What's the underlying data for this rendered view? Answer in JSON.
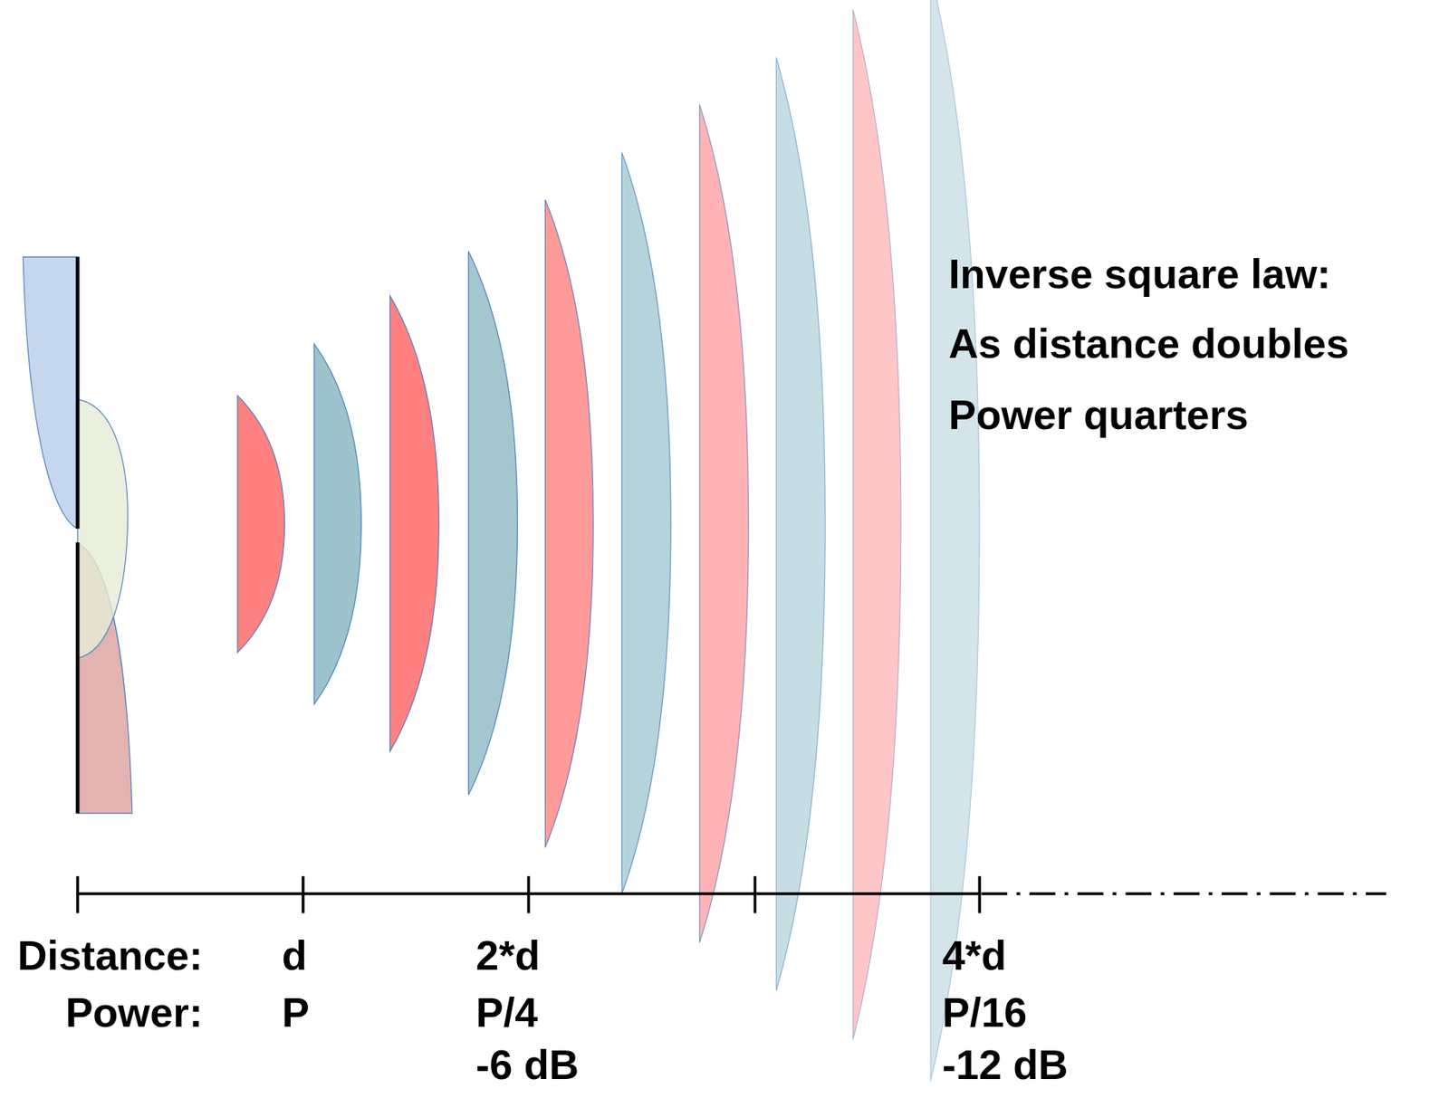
{
  "diagram": {
    "labels": [
      "Inverse square law:",
      "As distance doubles",
      "Power quarters",
      "Distance:",
      "d",
      "2*d",
      "4*d",
      "Power:",
      "P",
      "P/4",
      "P/16",
      "-6 dB",
      "-12 dB"
    ]
  }
}
